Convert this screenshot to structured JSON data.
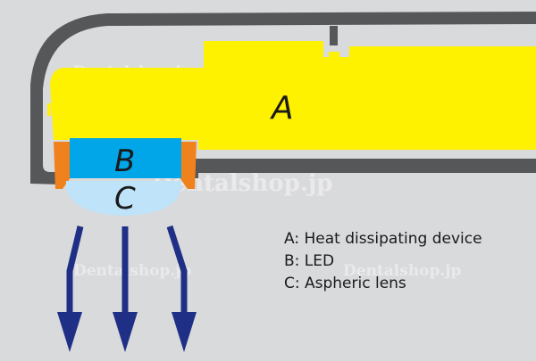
{
  "labels": {
    "heat_dissipating_device": "A",
    "led": "B",
    "aspheric_lens": "C"
  },
  "legend": [
    "A: Heat dissipating device",
    "B: LED",
    "C: Aspheric lens"
  ],
  "watermark": "Dentalshop.jp",
  "colors": {
    "background": "#d9dadc",
    "housing": "#555759",
    "heat_dissipating_device": "#fff200",
    "led": "#00a6e8",
    "aspheric_lens": "#bfe3f8",
    "clip": "#f0821e",
    "light_arrow": "#1f2f86"
  }
}
